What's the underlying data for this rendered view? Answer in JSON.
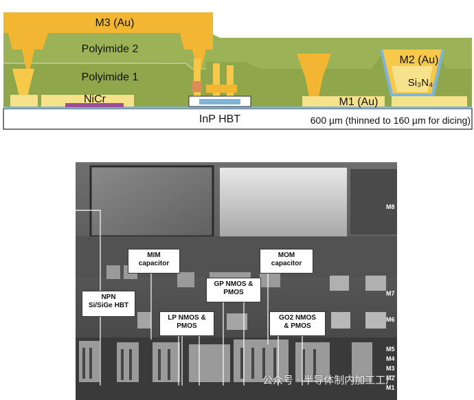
{
  "top": {
    "m3": "M3 (Au)",
    "polyimide2": "Polyimide 2",
    "polyimide1": "Polyimide 1",
    "nicr": "NiCr",
    "hbt": "InP HBT",
    "m1": "M1 (Au)",
    "m2": "M2 (Au)",
    "si3n4": "Si₃N₄",
    "substrate": "600 µm (thinned to 160 µm for dicing)"
  },
  "bottom": {
    "labels": {
      "npn": [
        "NPN",
        "Si/SiGe HBT"
      ],
      "mim": [
        "MIM",
        "capacitor"
      ],
      "lp": [
        "LP NMOS &",
        "PMOS"
      ],
      "gp": [
        "GP NMOS &",
        "PMOS"
      ],
      "mom": [
        "MOM",
        "capacitor"
      ],
      "go2": [
        "GO2 NMOS",
        "& PMOS"
      ]
    },
    "metal_layers": [
      "M8",
      "M7",
      "M6",
      "M5",
      "M4",
      "M3",
      "M2",
      "M1"
    ]
  },
  "watermark": "公众号 · 半导体制内加工工厂"
}
